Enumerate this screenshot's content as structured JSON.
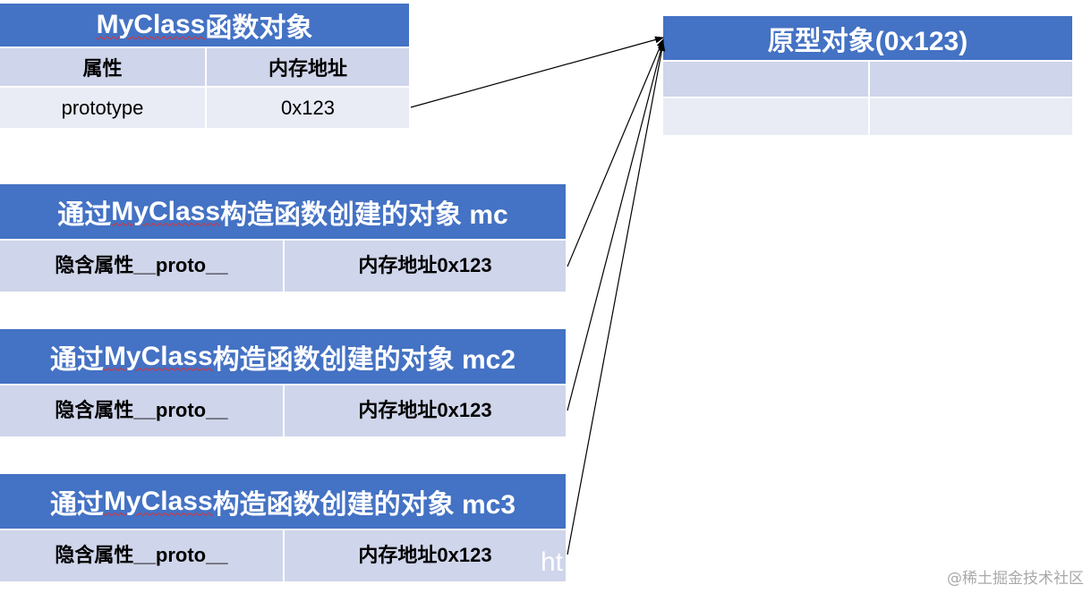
{
  "myclass_table": {
    "title_prefix": "MyClass",
    "title_suffix": "函数对象",
    "header": [
      "属性",
      "内存地址"
    ],
    "row": [
      "prototype",
      "0x123"
    ]
  },
  "prototype_table": {
    "title": "原型对象(0x123)"
  },
  "instances": [
    {
      "title_prefix": "通过",
      "title_class": "MyClass",
      "title_suffix": "构造函数创建的对象 mc",
      "cells": [
        "隐含属性__proto__",
        "内存地址0x123"
      ]
    },
    {
      "title_prefix": "通过",
      "title_class": "MyClass",
      "title_suffix": "构造函数创建的对象 mc2",
      "cells": [
        "隐含属性__proto__",
        "内存地址0x123"
      ]
    },
    {
      "title_prefix": "通过",
      "title_class": "MyClass",
      "title_suffix": "构造函数创建的对象 mc3",
      "cells": [
        "隐含属性__proto__",
        "内存地址0x123"
      ]
    }
  ],
  "overlay_text": "ht",
  "watermark": "@稀土掘金技术社区",
  "colors": {
    "header_blue": "#4472c4",
    "cell_dark": "#cfd5ea",
    "cell_light": "#e9ebf5",
    "arrow": "#000000"
  }
}
